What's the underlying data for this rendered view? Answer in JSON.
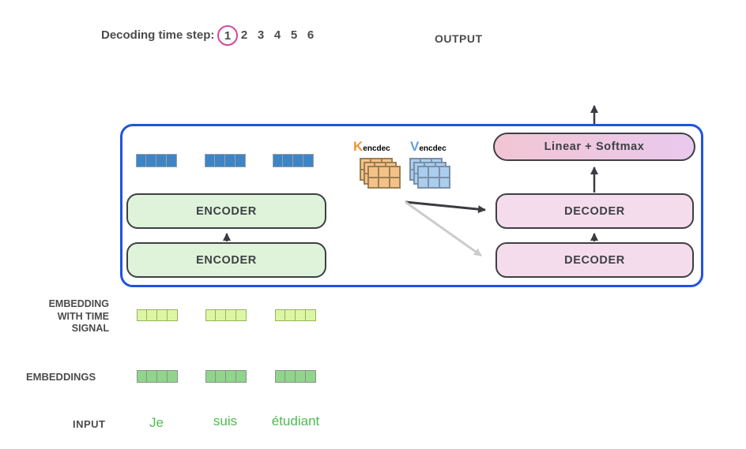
{
  "header": {
    "decoding_label": "Decoding time step:",
    "steps": [
      "1",
      "2",
      "3",
      "4",
      "5",
      "6"
    ],
    "active_step": "1",
    "output_label": "OUTPUT"
  },
  "encoder_stack": {
    "top": "ENCODER",
    "bottom": "ENCODER"
  },
  "decoder_stack": {
    "top": "DECODER",
    "bottom": "DECODER"
  },
  "output_layer": {
    "label": "Linear + Softmax"
  },
  "attention_vectors": {
    "k_main": "K",
    "k_sub": "encdec",
    "v_main": "V",
    "v_sub": "encdec"
  },
  "annotations": {
    "time_signal_line1": "EMBEDDING",
    "time_signal_line2": "WITH TIME",
    "time_signal_line3": "SIGNAL",
    "embeddings_label": "EMBEDDINGS",
    "input_label": "INPUT"
  },
  "input_words": [
    "Je",
    "suis",
    "étudiant"
  ],
  "colors": {
    "container_border": "#2153e0",
    "step_circle": "#cf4a9b",
    "text_dark": "#4b4b4b",
    "box_border": "#3e4045",
    "encoder_fill": "#def3da",
    "decoder_fill": "#f5dcec",
    "linear_fill_left": "#f2c5d3",
    "linear_fill_right": "#e9c9ee",
    "token_blue": "#3d85c6",
    "k_orange": "#f0953a",
    "v_blue": "#64a0dc",
    "matrix_orange_fill": "#f4c289",
    "matrix_orange_border": "#9c7e52",
    "matrix_blue_fill": "#abceef",
    "matrix_blue_border": "#7b90a8",
    "time_signal_fill": "#ddf6a4",
    "time_signal_border": "#94b461",
    "embedding_fill": "#8fd58b",
    "embedding_border": "#8f8f8f",
    "input_green": "#4dbb4f",
    "arrow_dark": "#3a3c40",
    "arrow_gray": "#cccccc"
  }
}
